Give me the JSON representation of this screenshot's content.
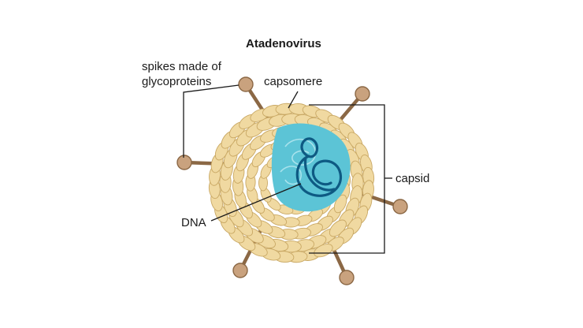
{
  "diagram": {
    "title": "Atadenovirus",
    "labels": {
      "spikes_line1": "spikes made of",
      "spikes_line2": "glycoproteins",
      "capsomere": "capsomere",
      "capsid": "capsid",
      "dna": "DNA"
    },
    "colors": {
      "capsomere_fill": "#f0d9a1",
      "capsomere_stroke": "#c9a864",
      "core_fill": "#5cc4d6",
      "dna_strand": "#0e5a83",
      "dna_faint": "#a8e2ec",
      "spike_stalk": "#8b6845",
      "spike_knob": "#c9a27e",
      "leader_line": "#1a1a1a"
    },
    "icons": [
      "virus-particle",
      "capsomere-subunit",
      "glycoprotein-spike",
      "dna-coil"
    ]
  }
}
